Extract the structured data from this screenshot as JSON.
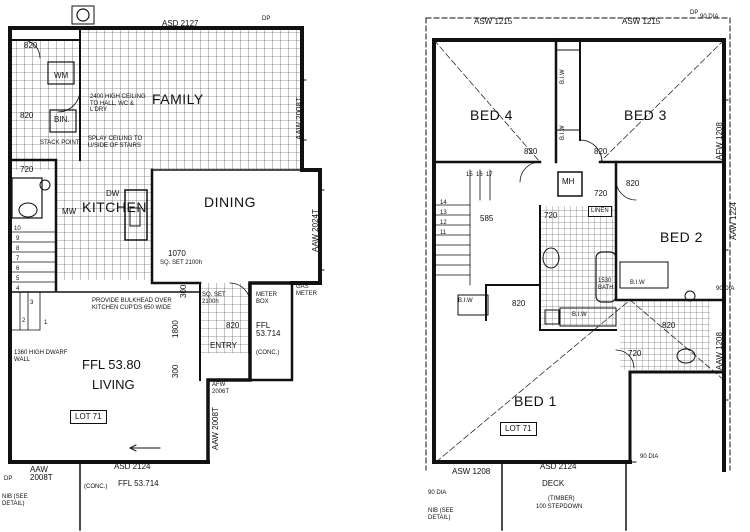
{
  "ground": {
    "window_top": "ASD 2127",
    "family": "FAMILY",
    "dining": "DINING",
    "kitchen": "KITCHEN",
    "living": "LIVING",
    "ffl_living": "FFL 53.80",
    "lot": "LOT 71",
    "wm": "WM",
    "bin": "BIN.",
    "dw": "DW",
    "mw": "MW",
    "dim_820a": "820",
    "dim_820b": "820",
    "dim_820c": "820",
    "dim_720": "720",
    "ceiling_note": "2400 HIGH CEILING TO HALL, WC & L'DRY",
    "splay_note": "SPLAY CEILING TO U/SIDE OF STAIRS",
    "stack": "STACK POINT",
    "dim_1070": "1070",
    "sq_set_1": "SQ. SET 2100h",
    "sq_set_2": "SQ. SET 2100h",
    "bulkhead_note": "PROVIDE BULKHEAD OVER KITCHEN CUP'DS 650 WIDE",
    "dwarf_wall": "1360 HIGH DWARF WALL",
    "meter_box": "METER BOX",
    "gas_meter": "GAS METER",
    "entry": "ENTRY",
    "ffl_entry": "FFL 53.714",
    "conc": "(CONC.)",
    "conc2": "(CONC.)",
    "afw": "AFW 2006T",
    "aaw_right": "AAW 2024T",
    "aaw_top": "AAW 2008T",
    "aaw_bottom": "AAW 2008T",
    "aaw_lower": "AAW 2008T",
    "asd_bottom": "ASD 2124",
    "ffl_porch": "FFL 53.714",
    "nib": "NIB (SEE DETAIL)",
    "dim_1800": "1800",
    "dim_300": "300",
    "dim_300b": "300",
    "dp": "DP",
    "stair_low": [
      "10",
      "9",
      "8",
      "7",
      "6",
      "5",
      "4",
      "3",
      "2",
      "1"
    ]
  },
  "upper": {
    "bed1": "BED 1",
    "bed2": "BED 2",
    "bed3": "BED 3",
    "bed4": "BED 4",
    "lot": "LOT 71",
    "deck": "DECK",
    "deck_timber": "(TIMBER)",
    "deck_step": "100 STEPDOWN",
    "mh": "MH",
    "linen": "LINEN",
    "biw": "B.I.W",
    "bath": "1530 BATH",
    "asw_left": "ASW 1215",
    "asw_right": "ASW 1215",
    "asw_bottom_l": "ASW 1208",
    "asd_bottom": "ASD 2124",
    "afw_right_top": "AFW 1208",
    "aaw_right_mid": "AAW 1224",
    "aaw_right_low": "AAW 1208",
    "dia": "90 DIA",
    "dp": "DP",
    "nib": "NIB (SEE DETAIL)",
    "d820": "820",
    "d720": "720",
    "d585": "585",
    "stair_up": [
      "14",
      "13",
      "12",
      "11"
    ],
    "stair_top": [
      "15",
      "16",
      "17"
    ]
  }
}
